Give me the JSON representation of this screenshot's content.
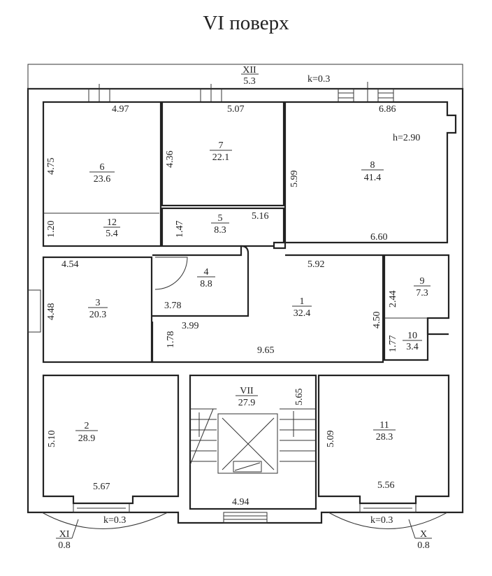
{
  "title": "VI поверх",
  "height_note": "h=2.90",
  "rooms": [
    {
      "number": "1",
      "area": "32.4"
    },
    {
      "number": "2",
      "area": "28.9"
    },
    {
      "number": "3",
      "area": "20.3"
    },
    {
      "number": "4",
      "area": "8.8"
    },
    {
      "number": "5",
      "area": "8.3"
    },
    {
      "number": "6",
      "area": "23.6"
    },
    {
      "number": "7",
      "area": "22.1"
    },
    {
      "number": "8",
      "area": "41.4"
    },
    {
      "number": "9",
      "area": "7.3"
    },
    {
      "number": "10",
      "area": "3.4"
    },
    {
      "number": "11",
      "area": "28.3"
    },
    {
      "number": "12",
      "area": "5.4"
    },
    {
      "number": "VII",
      "area": "27.9"
    }
  ],
  "balconies": [
    {
      "number": "XII",
      "area": "5.3",
      "k": "k=0.3"
    },
    {
      "number": "XI",
      "area": "0.8",
      "k": "k=0.3"
    },
    {
      "number": "X",
      "area": "0.8",
      "k": "k=0.3"
    }
  ],
  "dimensions": {
    "d6w": "4.97",
    "d6h": "4.75",
    "d12h": "1.20",
    "d7w": "5.07",
    "d7h": "4.36",
    "d5w": "5.16",
    "d5h": "1.47",
    "d8w": "6.86",
    "d8h": "5.99",
    "d8b": "6.60",
    "d3w": "4.54",
    "d3h": "4.48",
    "d4w": "3.78",
    "d4b": "3.99",
    "d1s": "1.78",
    "d1t": "5.92",
    "d1b": "9.65",
    "d1h": "4.50",
    "d9h": "2.44",
    "d10h": "1.77",
    "d2h": "5.10",
    "d2w": "5.67",
    "d7sw": "4.94",
    "d7sh": "5.65",
    "d11h": "5.09",
    "d11w": "5.56"
  }
}
